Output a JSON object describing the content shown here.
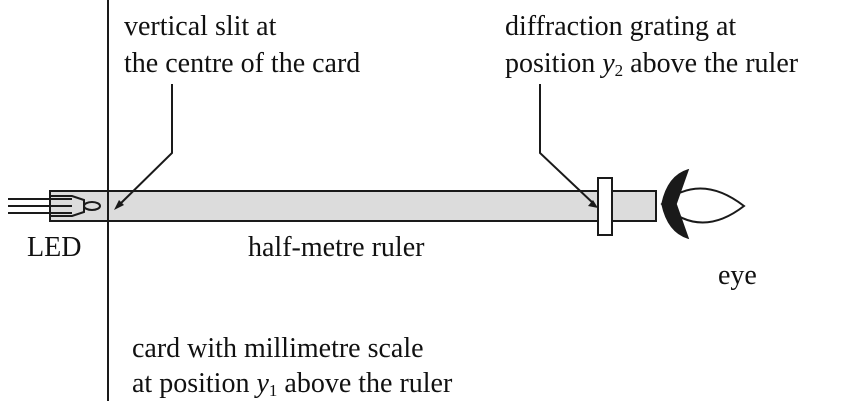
{
  "labels": {
    "slit_line1": "vertical slit at",
    "slit_line2": "the centre of the card",
    "grating_line1": "diffraction grating at",
    "grating_line2_prefix": "position ",
    "grating_var": "y",
    "grating_sub": "2",
    "grating_line2_suffix": " above the ruler",
    "led": "LED",
    "ruler": "half-metre ruler",
    "eye": "eye",
    "card_line1": "card with millimetre scale",
    "card_line2_prefix": "at position ",
    "card_var": "y",
    "card_sub": "1",
    "card_line2_suffix": " above the ruler"
  },
  "colors": {
    "ruler_fill": "#dcdcdc",
    "ink": "#1a1a1a",
    "eye_fill": "#1a1a1a"
  }
}
